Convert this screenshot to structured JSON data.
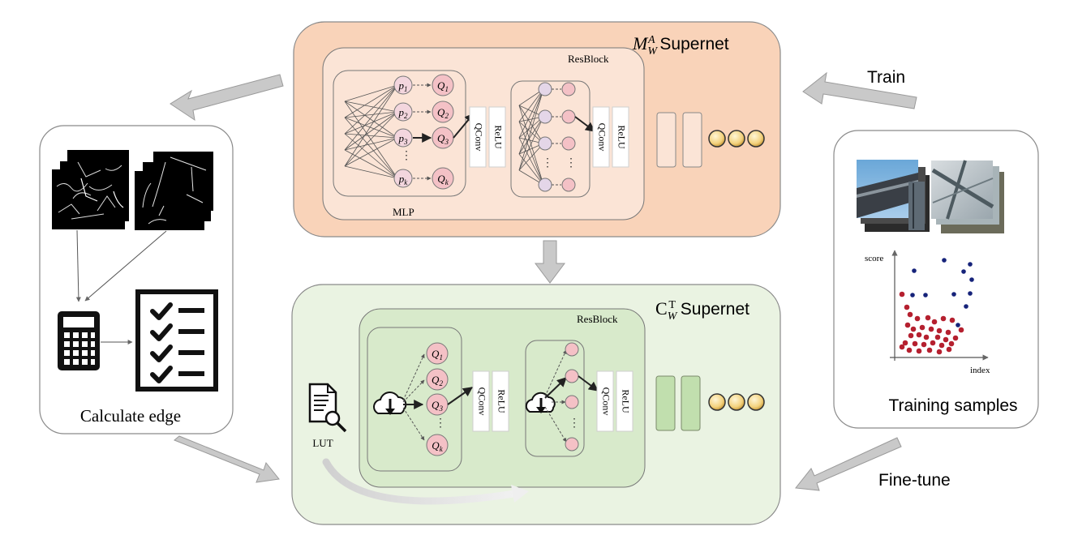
{
  "top_supernet": {
    "title": "M",
    "sub": "W",
    "sup": "A",
    "suffix": " Supernet",
    "resblock_label": "ResBlock",
    "mlp_label": "MLP",
    "p_nodes": [
      {
        "base": "p",
        "sub": "1"
      },
      {
        "base": "p",
        "sub": "2"
      },
      {
        "base": "p",
        "sub": "3"
      },
      {
        "base": "p",
        "sub": "k"
      }
    ],
    "q_nodes": [
      {
        "base": "Q",
        "sub": "1"
      },
      {
        "base": "Q",
        "sub": "2"
      },
      {
        "base": "Q",
        "sub": "3"
      },
      {
        "base": "Q",
        "sub": "k"
      }
    ],
    "qconv_label": "QConv",
    "relu_label": "ReLU"
  },
  "bottom_supernet": {
    "title": "C",
    "sub": "W",
    "sup": "T",
    "suffix": " Supernet",
    "resblock_label": "ResBlock",
    "lut_label": "LUT",
    "q_nodes": [
      {
        "base": "Q",
        "sub": "1"
      },
      {
        "base": "Q",
        "sub": "2"
      },
      {
        "base": "Q",
        "sub": "3"
      },
      {
        "base": "Q",
        "sub": "k"
      }
    ],
    "qconv_label": "QConv",
    "relu_label": "ReLU"
  },
  "left_panel": {
    "caption": "Calculate edge"
  },
  "right_panel": {
    "caption": "Training samples",
    "plot": {
      "ylabel": "score",
      "xlabel": "index"
    }
  },
  "flow_labels": {
    "train": "Train",
    "fine_tune": "Fine-tune"
  },
  "colors": {
    "top_fill": "#f9d3b9",
    "top_inner": "#fbe4d6",
    "bottom_fill": "#eaf3e2",
    "bottom_inner": "#d8eacb",
    "q_node": "#f4c1c6",
    "p_node": "#f3d6de",
    "dot_red": "#b5202f",
    "dot_blue": "#16237a",
    "arrow_gray": "#c8c8c8"
  }
}
